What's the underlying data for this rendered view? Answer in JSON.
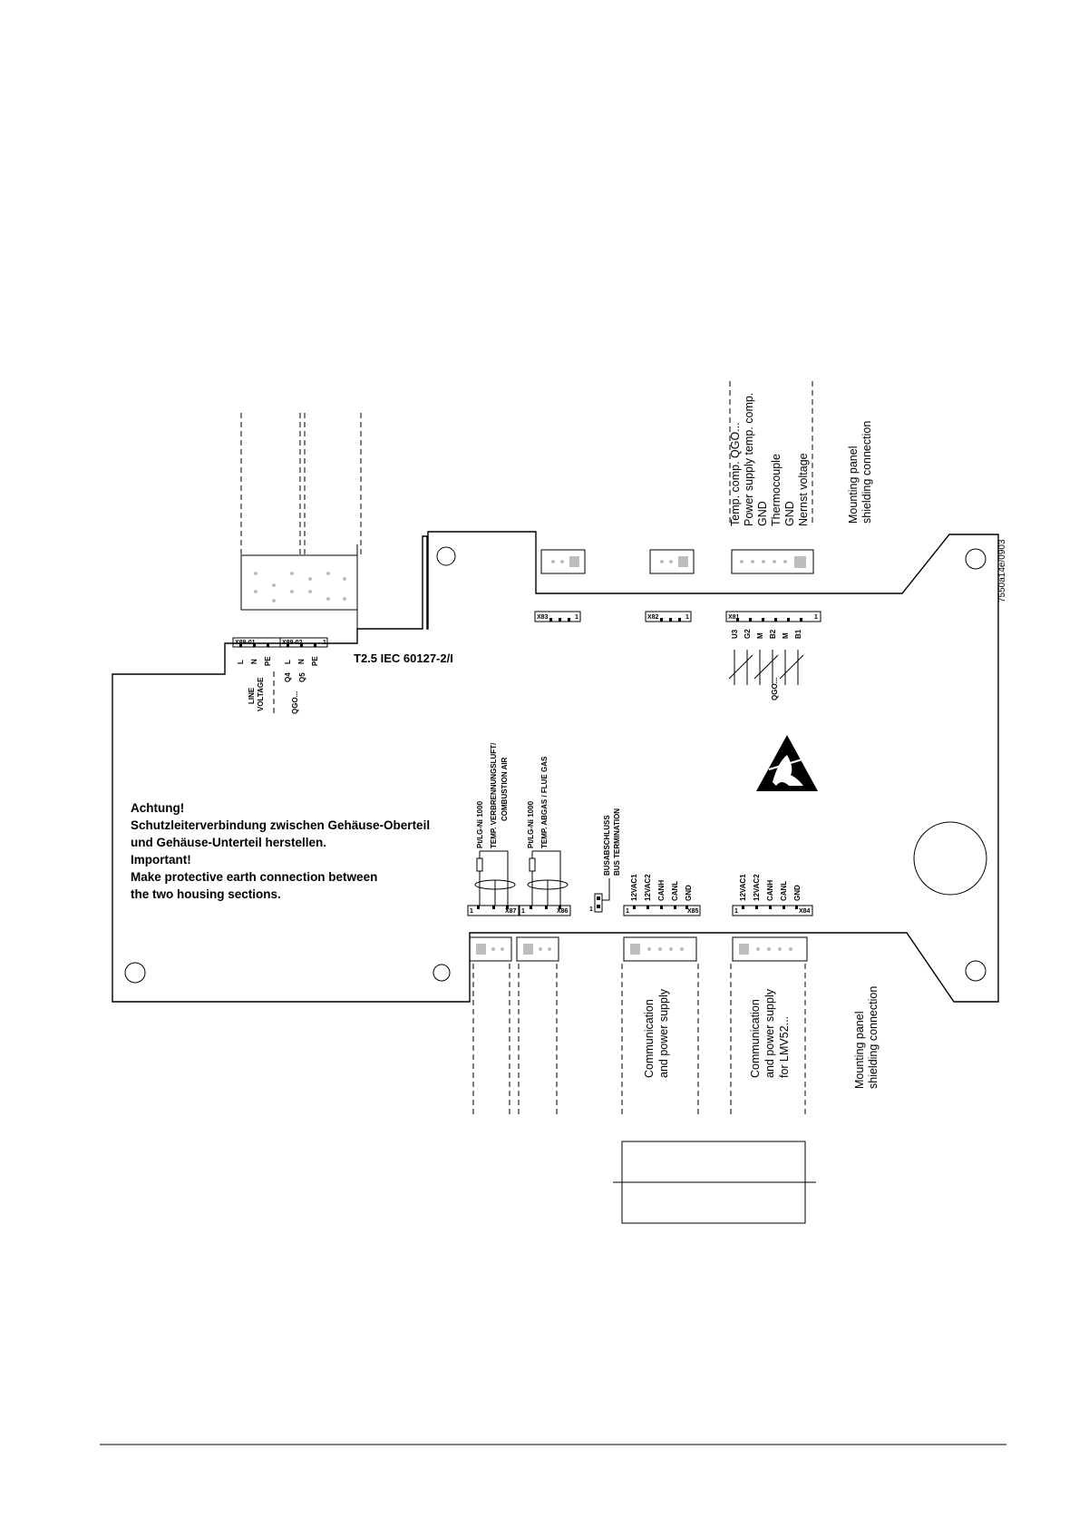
{
  "figure_code": "7550a14e/0903",
  "fuse_label": "T2.5 IEC 60127-2/I",
  "warning": {
    "lines": [
      "Achtung!",
      "Schutzleiterverbindung zwischen Gehäuse-Oberteil",
      "und Gehäuse-Unterteil herstellen.",
      "Important!",
      "Make protective earth connection between",
      "the two housing sections."
    ]
  },
  "connectors": {
    "x89_01": "X89-01",
    "x89_02": "X89-02",
    "x83": "X83",
    "x82": "X82",
    "x81": "X81",
    "x87": "X87",
    "x86": "X86",
    "x85": "X85",
    "x84": "X84",
    "pin_one": "1"
  },
  "x89_pins": [
    "L",
    "N",
    "PE",
    "L",
    "N",
    "PE"
  ],
  "x89_sub": {
    "q4": "Q4",
    "q5": "Q5",
    "qgo": "QGO...",
    "line": "LINE",
    "voltage": "VOLTAGE"
  },
  "x81_pins": [
    "U3",
    "G2",
    "M",
    "B2",
    "M",
    "B1"
  ],
  "x81_qgo": "QGO...",
  "x81_signals": [
    "Temp. comp. QGO...",
    "Power supply temp. comp.",
    "GND",
    "Thermocouple",
    "GND",
    "Nernst voltage"
  ],
  "top_mounting": [
    "Mounting panel",
    "shielding connection"
  ],
  "bottom_mounting": [
    "Mounting panel",
    "shielding connection"
  ],
  "sensors": {
    "air_type": "Pt/LG-Ni 1000",
    "air_name": "TEMP. VERBRENNUNGSLUFT/",
    "air_name2": "COMBUSTION AIR",
    "gas_type": "Pt/LG-Ni 1000",
    "gas_name": "TEMP. ABGAS / FLUE GAS"
  },
  "bus_termination": [
    "BUSABSCHLUSS",
    "BUS TERMINATION"
  ],
  "bus_pins": [
    "12VAC1",
    "12VAC2",
    "CANH",
    "CANL",
    "GND"
  ],
  "x85_label": [
    "Communication",
    "and power supply"
  ],
  "x84_label": [
    "Communication",
    "and power supply",
    "for LMV52..."
  ]
}
